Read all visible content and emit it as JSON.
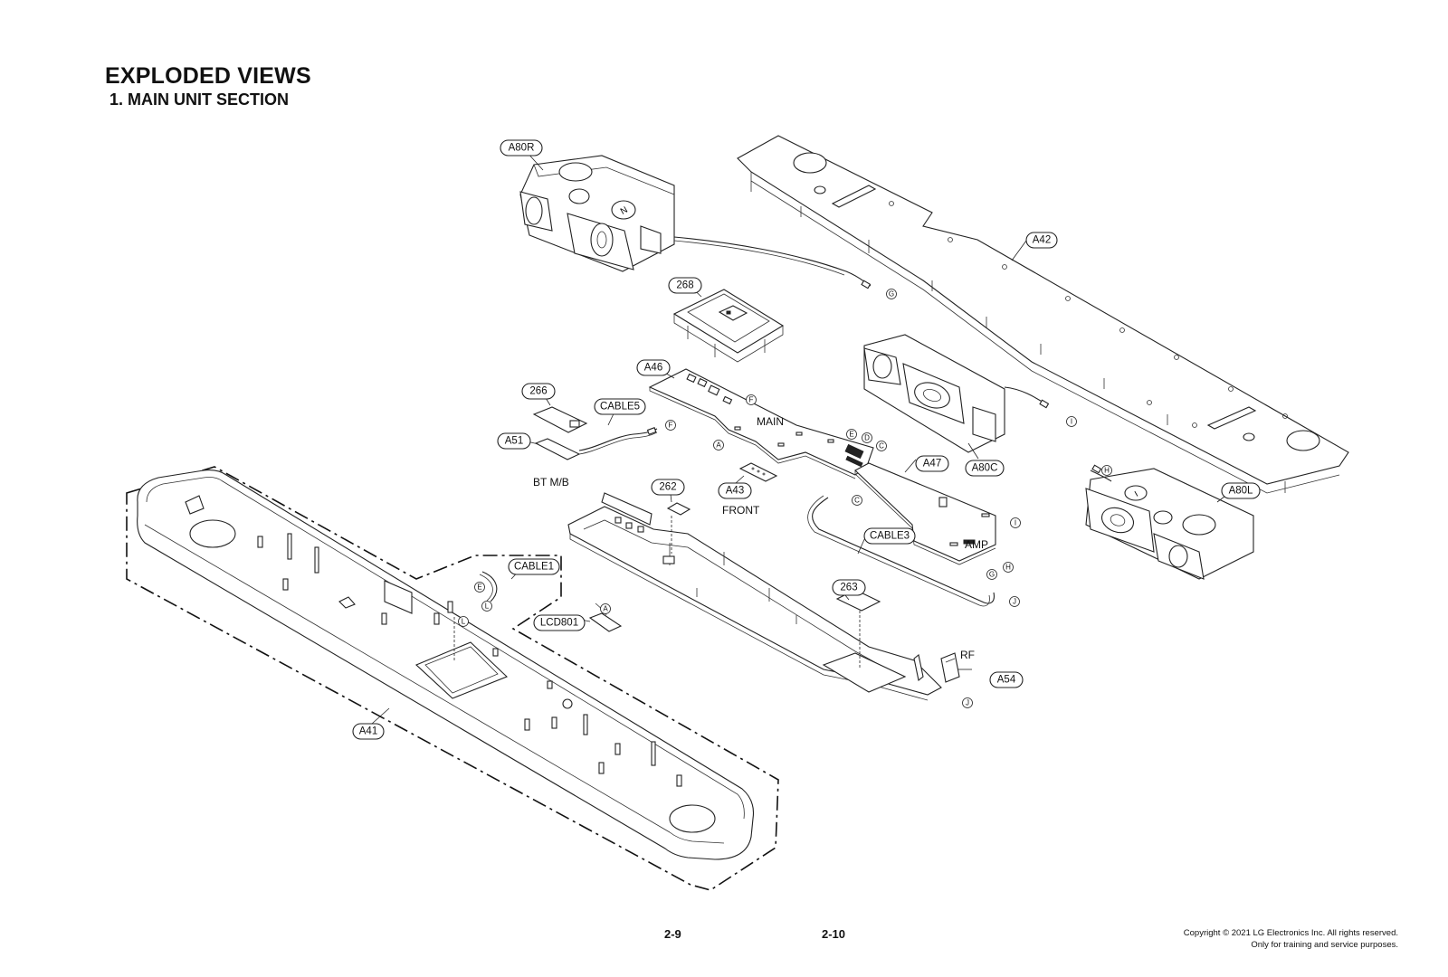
{
  "header": {
    "title": "EXPLODED VIEWS",
    "subtitle": "1. MAIN UNIT SECTION"
  },
  "part_labels": {
    "a80r": "A80R",
    "a42": "A42",
    "p268": "268",
    "a46": "A46",
    "p266": "266",
    "cable5": "CABLE5",
    "a51": "A51",
    "a80c": "A80C",
    "a47": "A47",
    "p262": "262",
    "a43": "A43",
    "cable3": "CABLE3",
    "a80l": "A80L",
    "cable1": "CABLE1",
    "p263": "263",
    "lcd801": "LCD801",
    "a54": "A54",
    "a41": "A41"
  },
  "text_labels": {
    "main": "MAIN",
    "bt_mb": "BT M/B",
    "front": "FRONT",
    "amp": "AMP",
    "rf": "RF"
  },
  "connector_letters": {
    "g1": "G",
    "f1": "F",
    "f2": "F",
    "a1": "A",
    "e1": "E",
    "d1": "D",
    "c1": "C",
    "i1": "I",
    "h1": "H",
    "c2": "C",
    "i2": "I",
    "h2": "H",
    "g2": "G",
    "j1": "J",
    "e2": "E",
    "l1": "L",
    "l2": "L",
    "a2": "A",
    "j2": "J"
  },
  "footer": {
    "page_left": "2-9",
    "page_right": "2-10",
    "copyright_line1": "Copyright © 2021 LG Electronics Inc. All rights reserved.",
    "copyright_line2": "Only for training and service purposes."
  }
}
